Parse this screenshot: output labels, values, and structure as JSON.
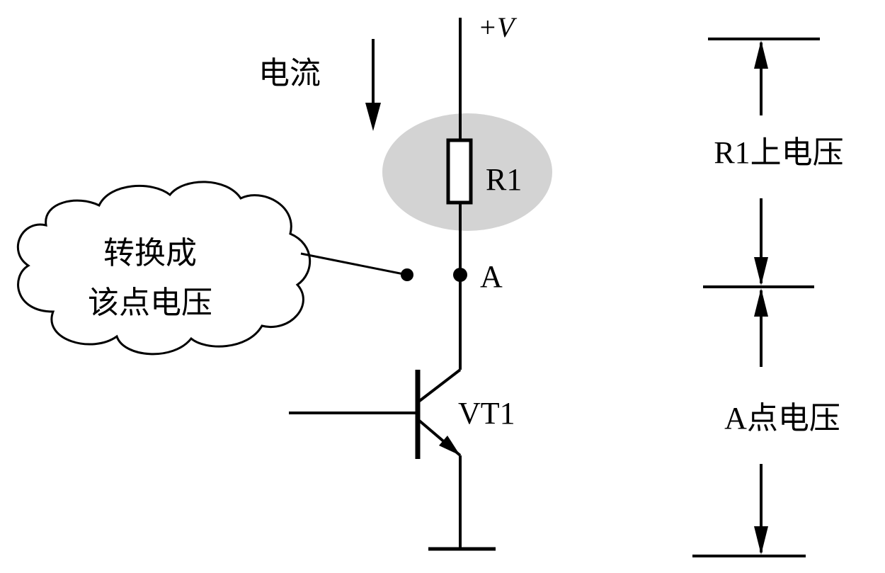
{
  "labels": {
    "supply": "+V",
    "current": "电流",
    "resistor": "R1",
    "node": "A",
    "transistor": "VT1",
    "cloud_line1": "转换成",
    "cloud_line2": "该点电压",
    "r1_voltage": "R1上电压",
    "a_voltage": "A点电压"
  },
  "colors": {
    "line": "#000000",
    "highlight": "#d3d3d3",
    "background": "#ffffff"
  }
}
